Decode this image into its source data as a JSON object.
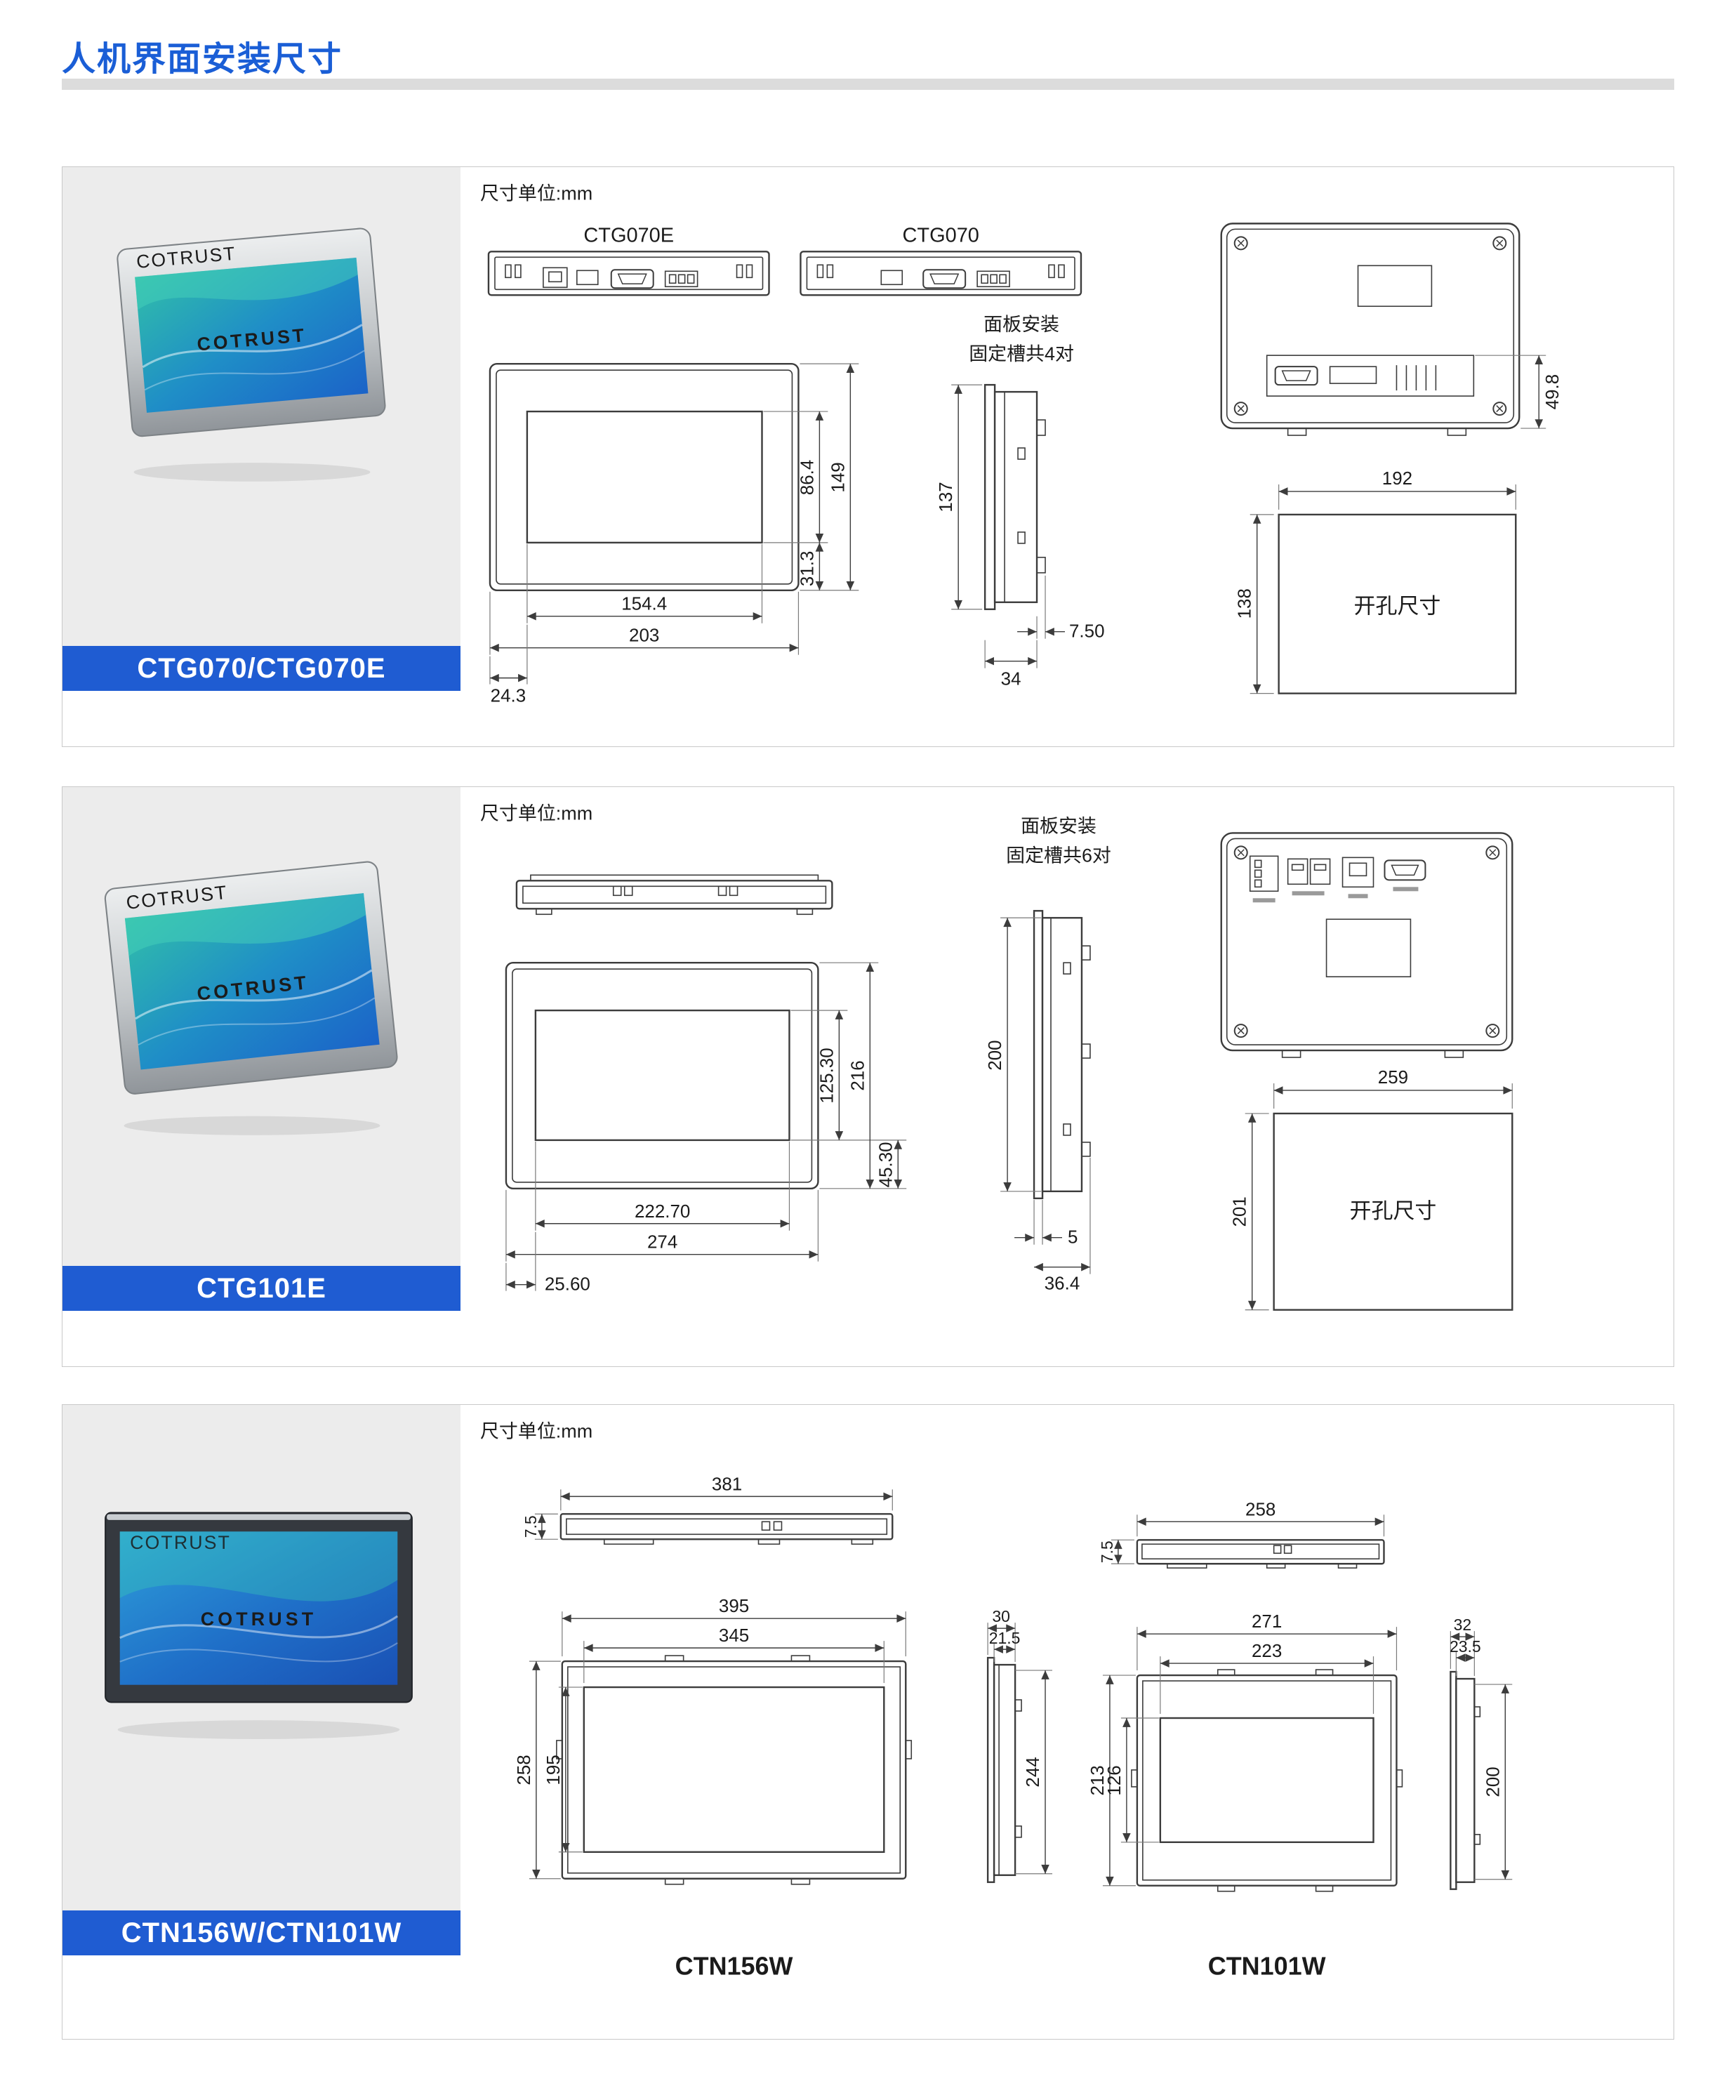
{
  "page": {
    "title": "人机界面安装尺寸",
    "brand": "COTRUST",
    "colors": {
      "accent_blue": "#1f5cd2",
      "title_blue": "#1a5ed6",
      "rule_gray": "#dcdcdc"
    }
  },
  "sections": [
    {
      "model_label": "CTG070/CTG070E",
      "unit_label": "尺寸单位:mm",
      "top_view_left_label": "CTG070E",
      "top_view_right_label": "CTG070",
      "panel_mount_line1": "面板安装",
      "panel_mount_line2": "固定槽共4对",
      "cutout_label": "开孔尺寸",
      "dims": {
        "screen_h": "86.4",
        "front_h": "149",
        "bottom_margin": "31.3",
        "screen_w": "154.4",
        "front_w": "203",
        "left_margin": "24.3",
        "mount_h": "137",
        "bezel_d": "7.50",
        "depth": "34",
        "rear_d": "49.8",
        "cutout_w": "192",
        "cutout_h": "138"
      }
    },
    {
      "model_label": "CTG101E",
      "unit_label": "尺寸单位:mm",
      "panel_mount_line1": "面板安装",
      "panel_mount_line2": "固定槽共6对",
      "cutout_label": "开孔尺寸",
      "dims": {
        "screen_h": "125.30",
        "front_h": "216",
        "bottom_margin": "45.30",
        "screen_w": "222.70",
        "front_w": "274",
        "left_margin": "25.60",
        "mount_h": "200",
        "bezel_d": "5",
        "depth": "36.4",
        "cutout_w": "259",
        "cutout_h": "201"
      }
    },
    {
      "model_label": "CTN156W/CTN101W",
      "unit_label": "尺寸单位:mm",
      "ctn156w": {
        "label": "CTN156W",
        "top_h": "7.5",
        "top_w": "381",
        "front_w": "395",
        "screen_w": "345",
        "front_h": "258",
        "screen_h": "195",
        "depth": "30",
        "body_d": "21.5",
        "mount_h": "244"
      },
      "ctn101w": {
        "label": "CTN101W",
        "top_h": "7.5",
        "top_w": "258",
        "front_w": "271",
        "screen_w": "223",
        "front_h": "213",
        "screen_h": "126",
        "depth": "32",
        "body_d": "23.5",
        "mount_h": "200"
      }
    }
  ]
}
